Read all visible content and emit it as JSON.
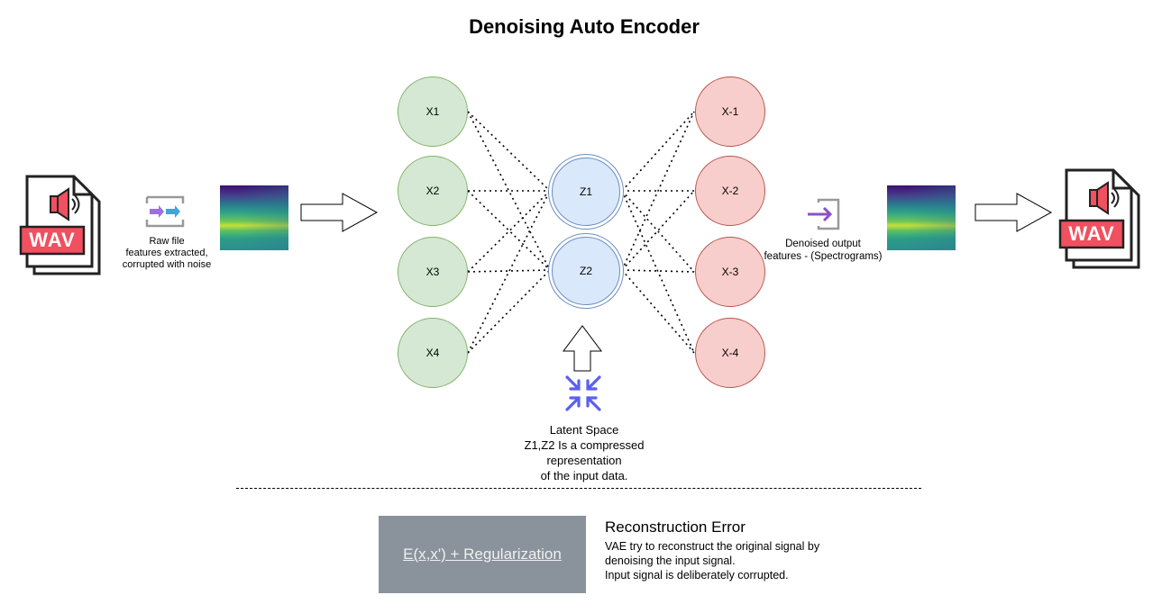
{
  "title": "Denoising Auto Encoder",
  "input": {
    "file_badge": "WAV",
    "caption_lines": [
      "Raw file",
      "features extracted,",
      "corrupted with noise"
    ]
  },
  "encoder_nodes": [
    "X1",
    "X2",
    "X3",
    "X4"
  ],
  "latent_nodes": [
    "Z1",
    "Z2"
  ],
  "decoder_nodes": [
    "X-1",
    "X-2",
    "X-3",
    "X-4"
  ],
  "latent_caption_lines": [
    "Latent Space",
    "Z1,Z2 Is a compressed",
    "representation",
    "of the input data."
  ],
  "output": {
    "caption_lines": [
      "Denoised output",
      "features - (Spectrograms)"
    ],
    "file_badge": "WAV"
  },
  "regularization_label": "E(x,x') + Regularization",
  "reconstruction": {
    "title": "Reconstruction Error",
    "lines": [
      "VAE try to reconstruct the original signal by",
      "denoising the input signal.",
      "Input signal is deliberately corrupted."
    ]
  },
  "colors": {
    "encoder_fill": "#d5e8d4",
    "latent_fill": "#dae8fc",
    "decoder_fill": "#f8cecc",
    "wav_badge": "#f0505f",
    "reg_box": "#8a939b"
  }
}
